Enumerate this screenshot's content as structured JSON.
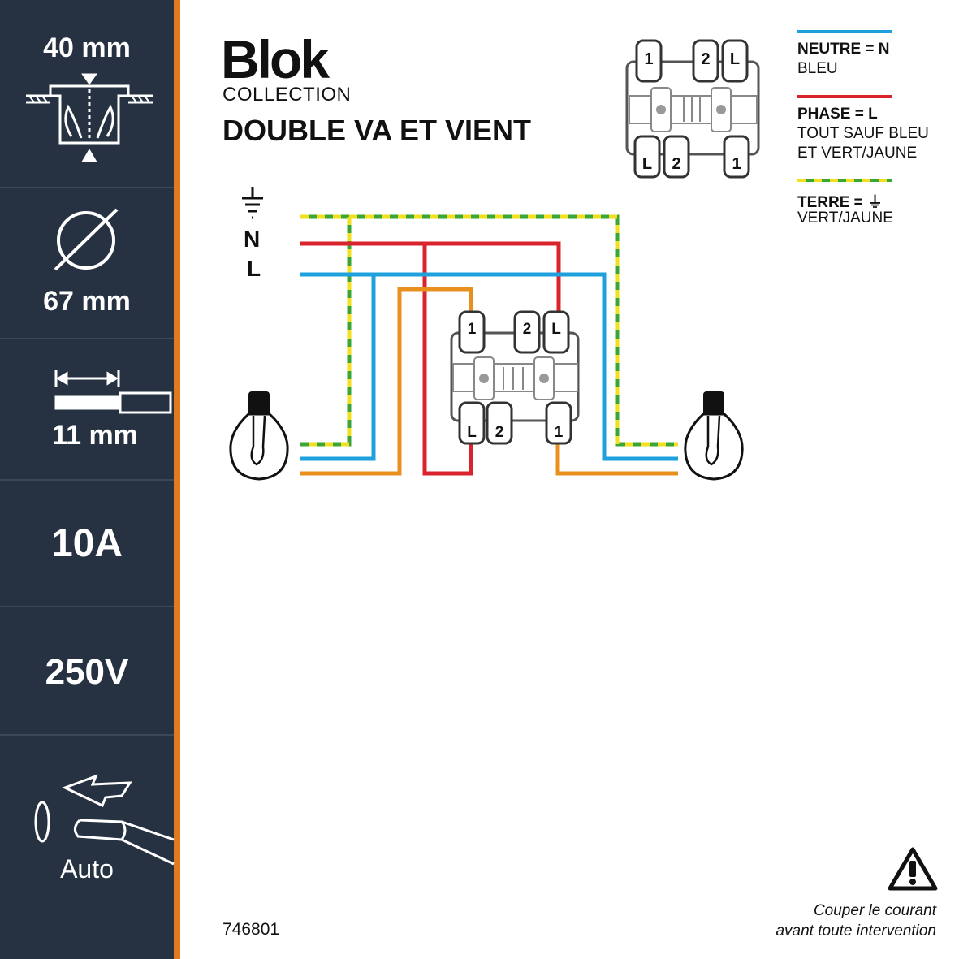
{
  "specs": {
    "depth": "40 mm",
    "diameter": "67 mm",
    "strip_length": "11 mm",
    "current": "10A",
    "voltage": "250V",
    "connection": "Auto"
  },
  "header": {
    "brand": "Blok",
    "collection": "COLLECTION",
    "title": "DOUBLE VA ET VIENT"
  },
  "legend": {
    "neutral_title": "NEUTRE = N",
    "neutral_desc": "BLEU",
    "phase_title": "PHASE = L",
    "phase_desc_1": "TOUT SAUF BLEU",
    "phase_desc_2": "ET VERT/JAUNE",
    "earth_title": "TERRE = ⏚",
    "earth_desc": "VERT/JAUNE"
  },
  "wiring": {
    "neutral_label": "N",
    "phase_label": "L",
    "earth_symbol": "ground-symbol"
  },
  "terminals": {
    "top": [
      "1",
      "2",
      "L"
    ],
    "bottom": [
      "L",
      "2",
      "1"
    ]
  },
  "footer": {
    "code": "746801",
    "warning_1": "Couper le courant",
    "warning_2": "avant toute intervention"
  },
  "colors": {
    "sidebar": "#263241",
    "accent": "#e07a1c",
    "neutral": "#1ea0dc",
    "phase": "#d9232d",
    "earth_green": "#3aa635",
    "earth_yellow": "#f2e020",
    "return": "#e8901e"
  },
  "icons": [
    "mounting-box-icon",
    "diameter-icon",
    "strip-length-icon",
    "auto-connection-icon",
    "bulb-icon",
    "warning-icon",
    "switch-mechanism-icon"
  ]
}
